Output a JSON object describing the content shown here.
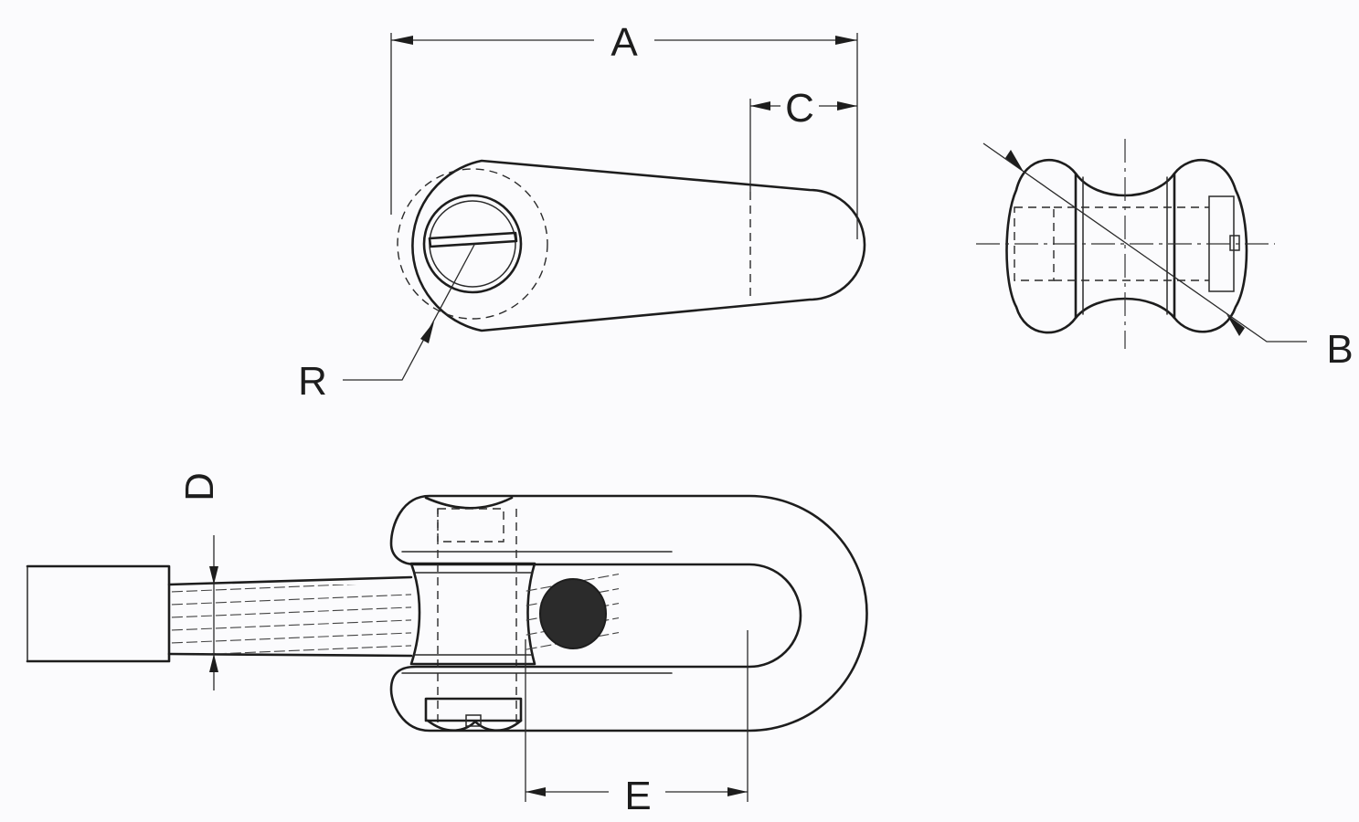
{
  "labels": {
    "a": "A",
    "b": "B",
    "c": "C",
    "d": "D",
    "e": "E",
    "r": "R"
  },
  "colors": {
    "line": "#1d1d1d",
    "paper": "#fbfbfd",
    "solid_section": "#2b2b2b"
  }
}
